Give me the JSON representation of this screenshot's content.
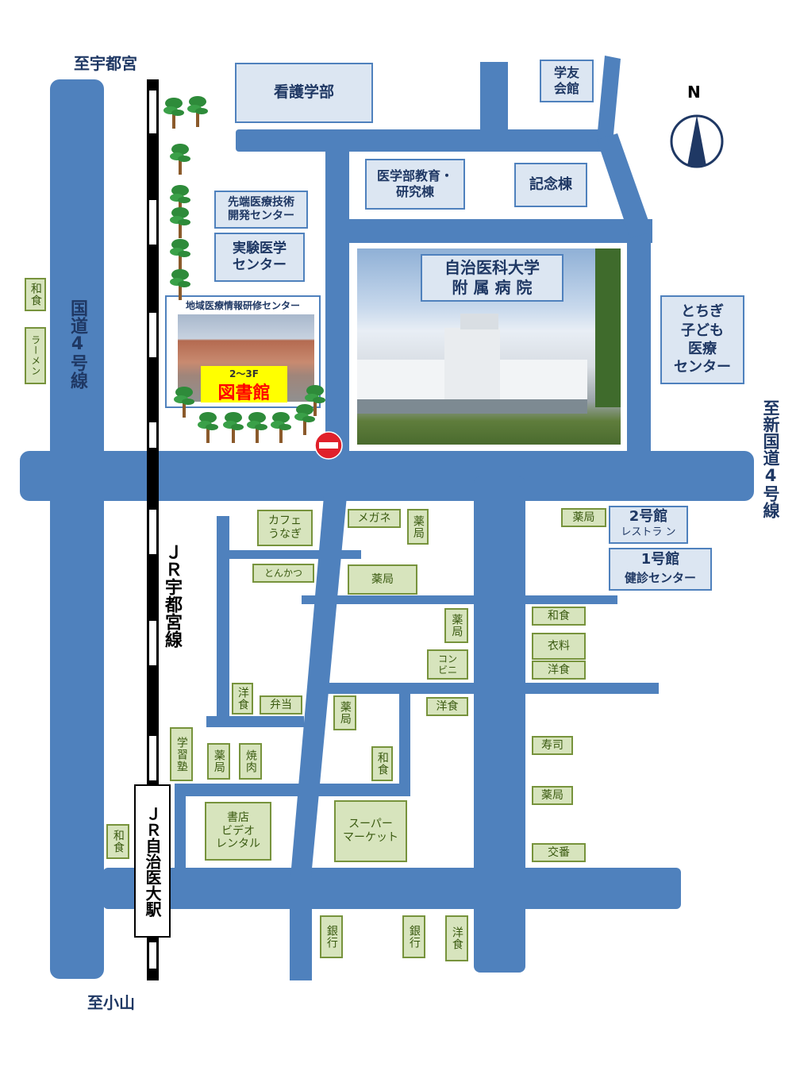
{
  "directions": {
    "north_top": "至宇都宮",
    "south_bottom": "至小山",
    "east_right": "至新国道4号線"
  },
  "roads": {
    "route4": "国道4号線",
    "jr_line": "ＪＲ宇都宮線"
  },
  "station": "ＪＲ自治医大駅",
  "compass": {
    "label": "N"
  },
  "buildings": {
    "nursing": "看護学部",
    "gakuyu": "学友\n会館",
    "med_edu": "医学部教育・\n研究棟",
    "kinen": "記念棟",
    "sentan": "先端医療技術\n開発センター",
    "jikken": "実験医学\nセンター",
    "chiiki": "地域医療情報研修センター",
    "library_floor": "2～3F",
    "library": "図書館",
    "hospital": "自治医科大学\n附 属 病 院",
    "tochigi": "とちぎ\n子ども\n医療\nセンター",
    "bldg2": "2号館",
    "bldg2_sub": "レストラ ン",
    "bldg1": "1号館",
    "bldg1_sub": "健診センター"
  },
  "shops": {
    "washoku_w": "和食",
    "ramen": "ラーメン",
    "cafe": "カフェ\nうなぎ",
    "megane": "メガネ",
    "yakkyoku1": "薬局",
    "yakkyoku2": "薬局",
    "tonkatsu": "とんかつ",
    "yakkyoku3": "薬局",
    "yakkyoku4": "薬局",
    "conv": "コン\nビニ",
    "washoku1": "和食",
    "iryo": "衣料",
    "yoshoku1": "洋食",
    "yoshoku2": "洋食",
    "bento": "弁当",
    "yakkyoku5": "薬局",
    "yoshoku3": "洋食",
    "gakushu": "学習塾",
    "yakkyoku6": "薬局",
    "yakiniku": "焼肉",
    "washoku2": "和食",
    "sushi": "寿司",
    "shoten": "書店\nビデオ\nレンタル",
    "super": "スーパー\nマーケット",
    "yakkyoku7": "薬局",
    "washoku3": "和食",
    "koban": "交番",
    "ginko1": "銀行",
    "ginko2": "銀行",
    "yoshoku4": "洋食"
  },
  "colors": {
    "road": "#4f81bd",
    "building_fill": "#dce6f2",
    "building_text": "#1f3864",
    "shop_fill": "#d7e4bd",
    "shop_border": "#77933c",
    "library_fill": "#ffff00",
    "library_text": "#ff0000",
    "no_entry": "#e0202a"
  }
}
